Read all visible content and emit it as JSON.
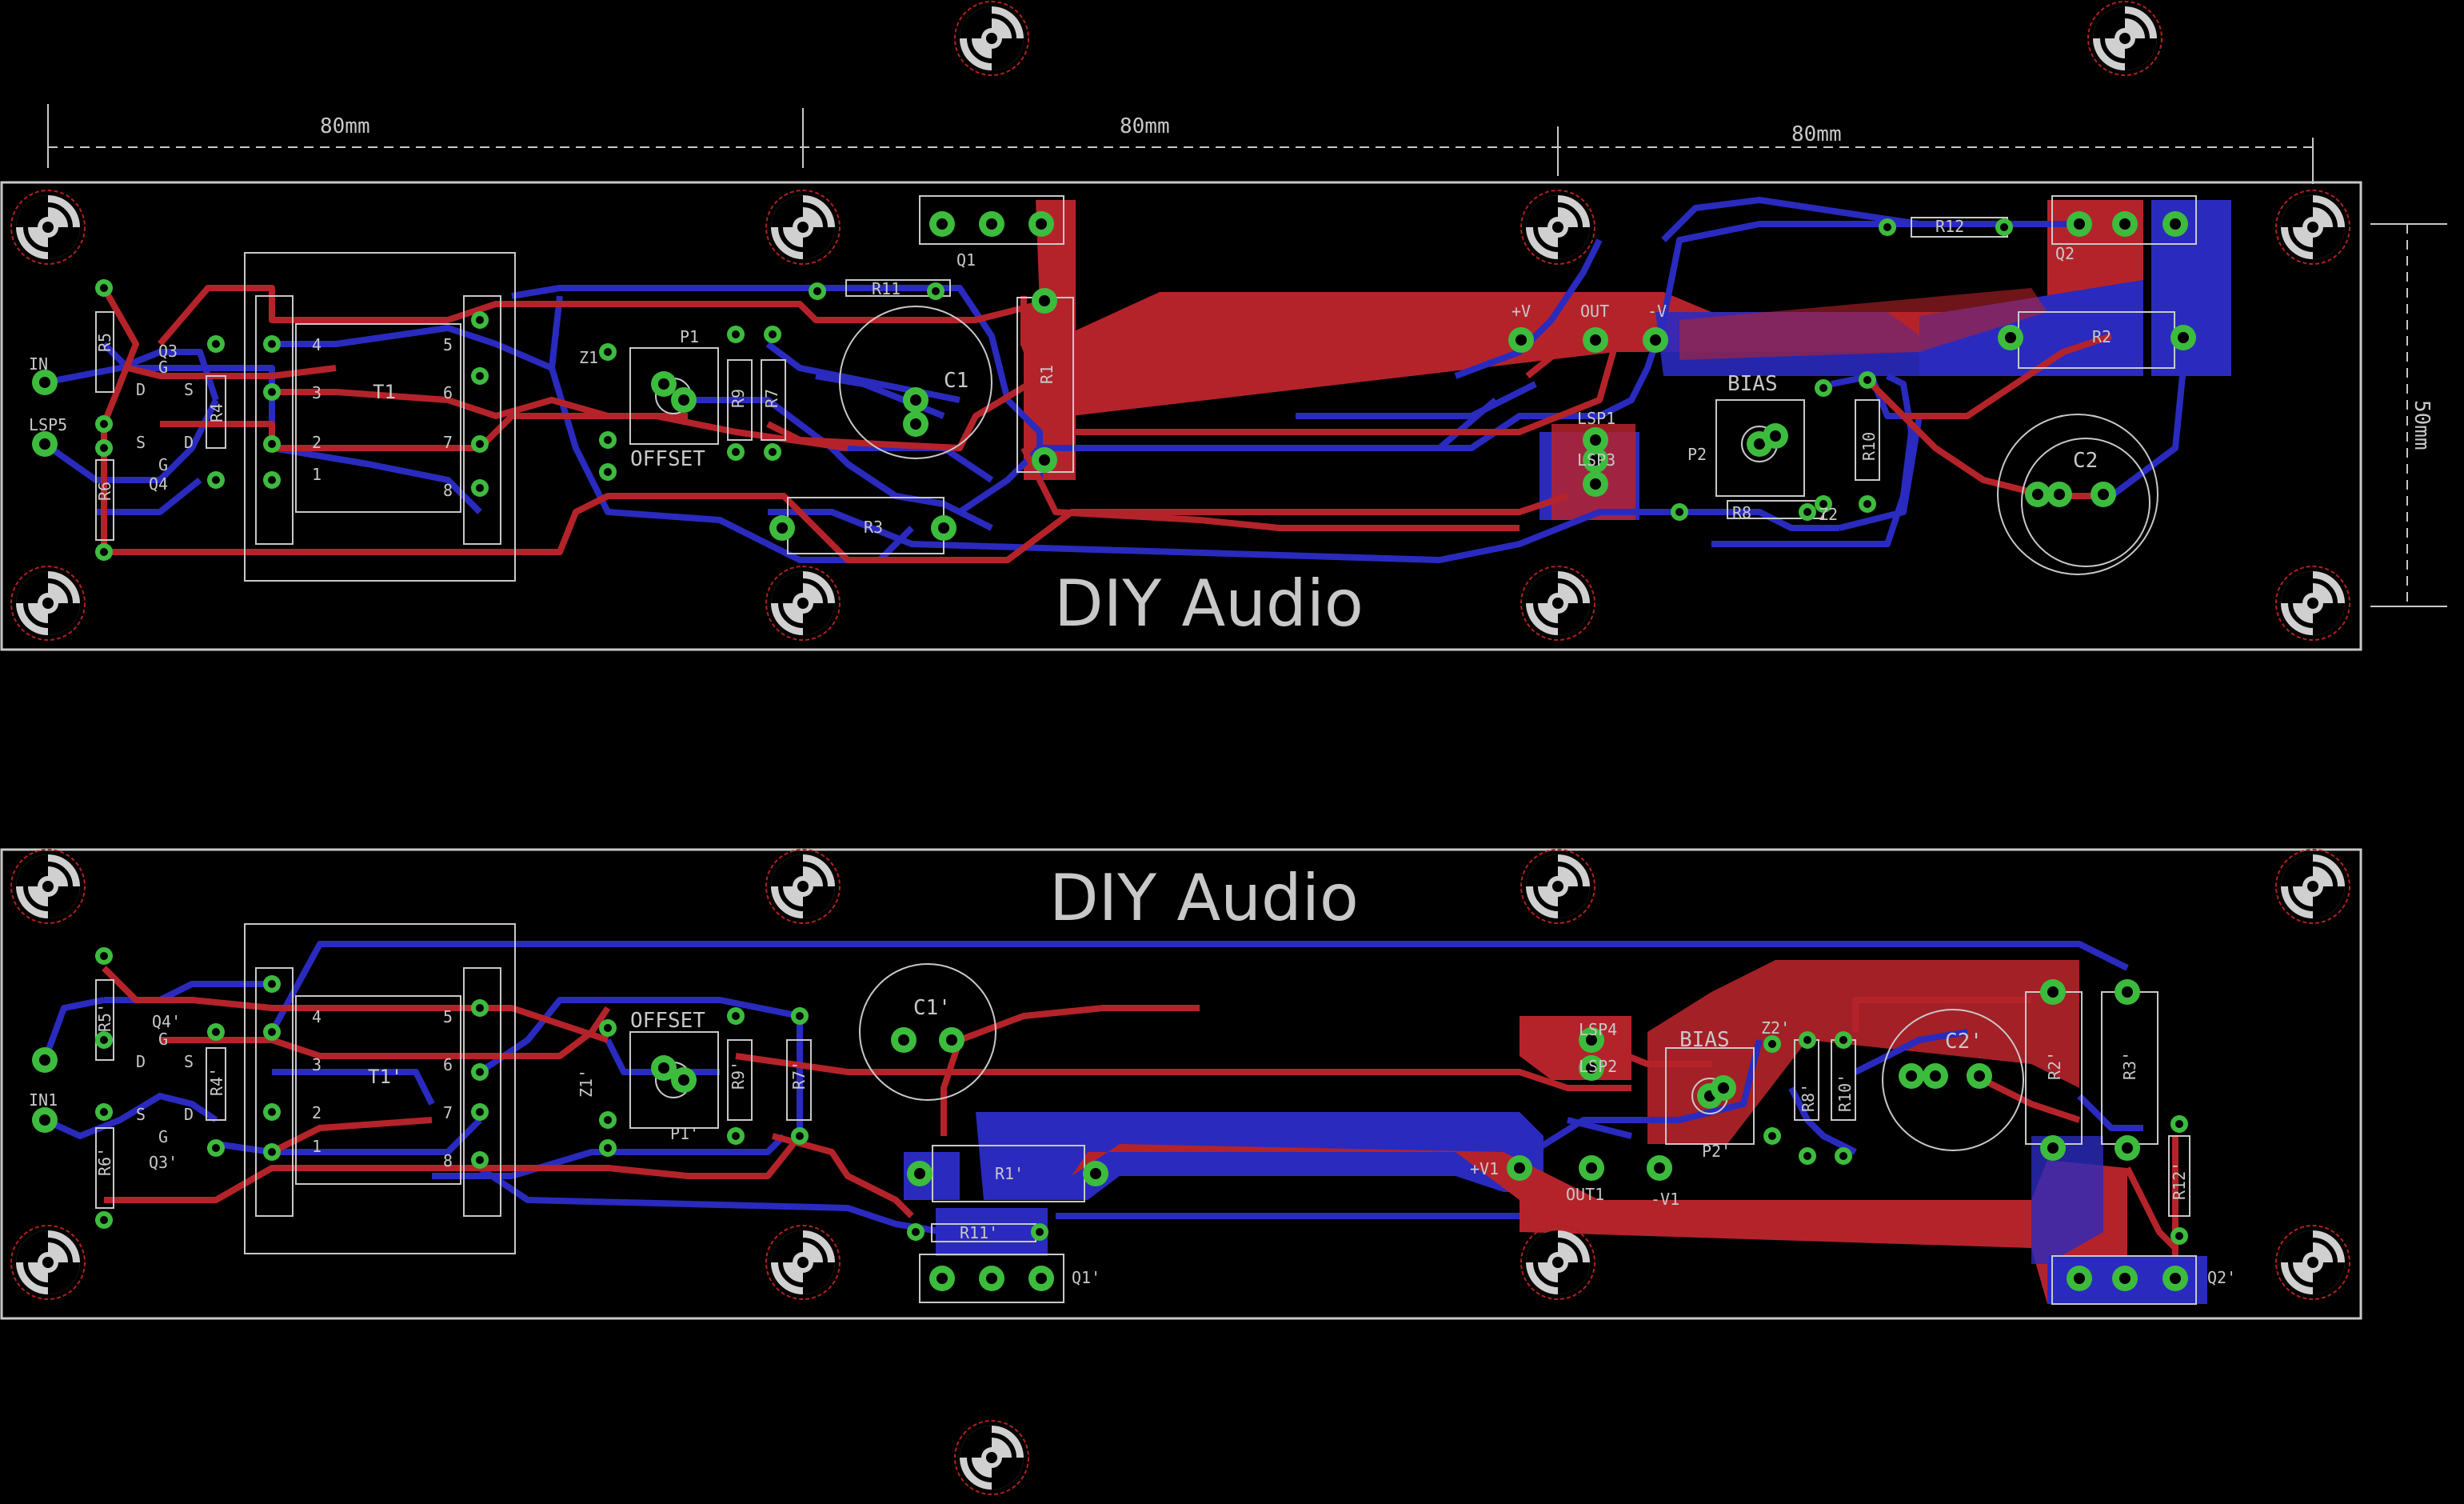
{
  "dimensions": {
    "top_left": "80mm",
    "top_mid": "80mm",
    "top_right": "80mm",
    "side": "50mm"
  },
  "brand": {
    "top": "DIY Audio",
    "bottom": "DIY Audio"
  },
  "colors": {
    "top_copper": "#b5232a",
    "bottom_copper": "#2a2abf",
    "pad": "#3dbb3d",
    "silk": "#c8c8c8",
    "background": "#000000"
  },
  "top_board": {
    "labels": {
      "in": "IN",
      "lsp5": "LSP5",
      "r5": "R5",
      "r6": "R6",
      "q3": "Q3",
      "q4": "Q4",
      "g1": "G",
      "s1": "S",
      "d1": "D",
      "g2": "G",
      "s2": "S",
      "d2": "D",
      "r4": "R4",
      "t1": "T1",
      "pin4": "4",
      "pin3": "3",
      "pin2": "2",
      "pin1": "1",
      "pin5": "5",
      "pin6": "6",
      "pin7": "7",
      "pin8": "8",
      "z1": "Z1",
      "p1": "P1",
      "offset": "OFFSET",
      "r9": "R9",
      "r7": "R7",
      "r11": "R11",
      "c1": "C1",
      "r1": "R1",
      "q1": "Q1",
      "r3": "R3",
      "vplus": "+V",
      "out": "OUT",
      "vminus": "-V",
      "lsp1": "LSP1",
      "lsp3": "LSP3",
      "bias": "BIAS",
      "p2": "P2",
      "r10": "R10",
      "r8": "R8",
      "z2": "Z2",
      "r12": "R12",
      "q2": "Q2",
      "r2": "R2",
      "c2": "C2"
    }
  },
  "bottom_board": {
    "labels": {
      "in": "IN1",
      "r5": "R5'",
      "r6": "R6'",
      "q4": "Q4'",
      "q3": "Q3'",
      "g1": "G",
      "s1": "S",
      "d1": "D",
      "g2": "G",
      "s2": "S",
      "d2": "D",
      "r4": "R4'",
      "t1": "T1'",
      "pin4": "4",
      "pin3": "3",
      "pin2": "2",
      "pin1": "1",
      "pin5": "5",
      "pin6": "6",
      "pin7": "7",
      "pin8": "8",
      "offset": "OFFSET",
      "z1": "Z1'",
      "p1": "P1'",
      "r9": "R9'",
      "r7": "R7'",
      "c1": "C1'",
      "r1": "R1'",
      "r11": "R11'",
      "q1": "Q1'",
      "lsp4": "LSP4",
      "lsp2": "LSP2",
      "vplus": "+V1",
      "out": "OUT1",
      "vminus": "-V1",
      "bias": "BIAS",
      "z2": "Z2'",
      "p2": "P2'",
      "r8": "R8'",
      "r10": "R10'",
      "c2": "C2'",
      "r2": "R2'",
      "r3": "R3'",
      "r12": "R12'",
      "q2": "Q2'"
    }
  }
}
